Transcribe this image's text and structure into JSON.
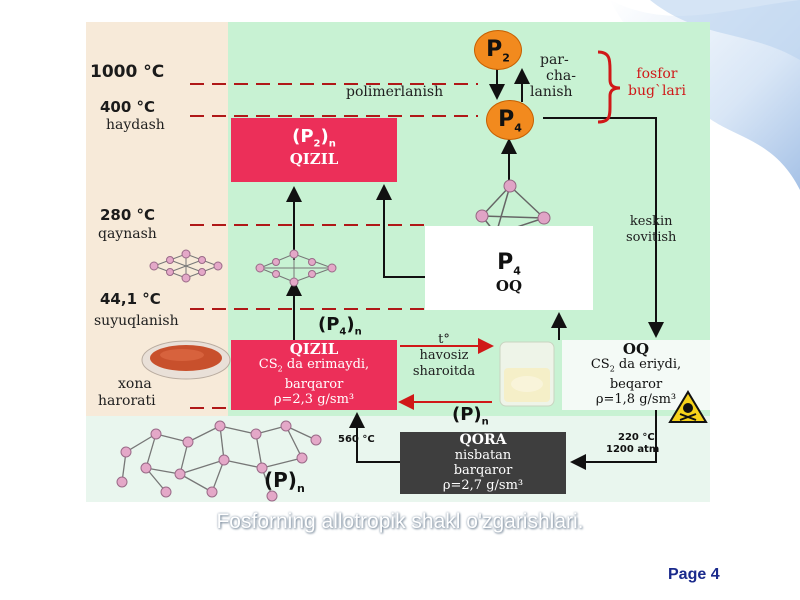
{
  "temperatures": {
    "t1000": "1000 °C",
    "t400": "400 °C",
    "t280": "280 °C",
    "t44": "44,1 °C"
  },
  "side_labels": {
    "haydash": "haydash",
    "qaynash": "qaynash",
    "suyuqlanish": "suyuqlanish",
    "xona": "xona",
    "harorati": "harorati"
  },
  "molecules": {
    "p2": "P",
    "p2_sub": "2",
    "p4": "P",
    "p4_sub": "4"
  },
  "top_labels": {
    "par": "par-",
    "cha": "cha-",
    "lanish": "lanish",
    "polimerlanish": "polimerlanish",
    "fosfor": "fosfor",
    "buglari": "bug`lari"
  },
  "red_box_top": {
    "formula": "(P",
    "formula_sub": "2",
    "formula_close": ")",
    "formula_n": "n",
    "name": "QIZIL"
  },
  "white_p4": {
    "formula": "P",
    "formula_sub": "4",
    "name": "OQ"
  },
  "keskin": {
    "line1": "keskin",
    "line2": "sovitish"
  },
  "p4n_label": {
    "formula": "(P",
    "formula_sub": "4",
    "formula_close": ")",
    "formula_n": "n"
  },
  "red_box_bottom": {
    "name": "QIZIL",
    "line1_a": "CS",
    "line1_sub": "2",
    "line1_b": " da erimaydi,",
    "line2": "barqaror",
    "line3": "ρ=2,3 g/sm³"
  },
  "middle_note": {
    "t": "t°",
    "line1": "havosiz",
    "line2": "sharoitda"
  },
  "oq_box": {
    "name": "OQ",
    "line1_a": "CS",
    "line1_sub": "2",
    "line1_b": " da eriydi,",
    "line2": "beqaror",
    "line3": "ρ=1,8 g/sm³"
  },
  "pn_middle": {
    "formula": "(P)",
    "formula_n": "n"
  },
  "pn_bottom": {
    "formula": "(P)",
    "formula_n": "n"
  },
  "dark_box": {
    "name": "QORA",
    "line1": "nisbatan",
    "line2": "barqaror",
    "line3": "ρ=2,7 g/sm³"
  },
  "conditions": {
    "t560": "560 °C",
    "t220": "220 °C",
    "atm": "1200 atm"
  },
  "caption": "Fosforning allotropik shakl o'zgarishlari.",
  "page": "Page 4",
  "colors": {
    "red_box": "#ec2f59",
    "green_panel": "#c8f2d3",
    "beige_panel": "#f7ead9",
    "orange_circle": "#f28a1e",
    "dark_box": "#3e3e3e",
    "fosfor_text": "#d01818"
  }
}
